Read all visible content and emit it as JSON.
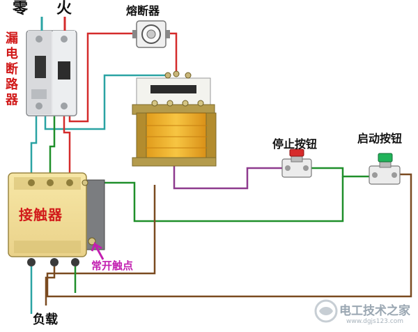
{
  "labels": {
    "neutral": "零",
    "live": "火",
    "fuse": "熔断器",
    "rcd": "漏电断路器",
    "stop_button": "停止按钮",
    "start_button": "启动按钮",
    "contactor": "接触器",
    "no_contact": "常开触点",
    "load": "负载"
  },
  "watermark": {
    "name": "电工技术之家",
    "url": "www.dgjs123.com"
  },
  "colors": {
    "wire_red": "#d42b2b",
    "wire_teal": "#2aa3a3",
    "wire_green": "#1f8f2a",
    "wire_purple": "#8e3a8e",
    "wire_brown": "#7a4a20",
    "label_red": "#d11a1a",
    "label_magenta": "#c21fb0",
    "stop_cap": "#d62a2a",
    "start_cap": "#21b35a"
  }
}
